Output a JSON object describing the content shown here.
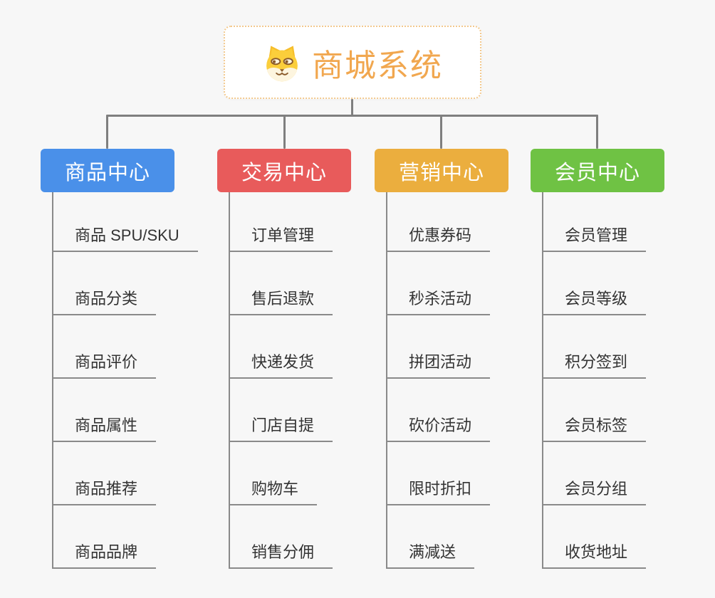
{
  "root": {
    "title": "商城系统",
    "icon": "dog-face-icon",
    "title_color": "#f1a74f",
    "border_color": "#f3c98e"
  },
  "branches": [
    {
      "label": "商品中心",
      "color": "#4a90e9",
      "children": [
        "商品 SPU/SKU",
        "商品分类",
        "商品评价",
        "商品属性",
        "商品推荐",
        "商品品牌"
      ]
    },
    {
      "label": "交易中心",
      "color": "#e85b5b",
      "children": [
        "订单管理",
        "售后退款",
        "快递发货",
        "门店自提",
        "购物车",
        "销售分佣"
      ]
    },
    {
      "label": "营销中心",
      "color": "#ebae3e",
      "children": [
        "优惠券码",
        "秒杀活动",
        "拼团活动",
        "砍价活动",
        "限时折扣",
        "满减送"
      ]
    },
    {
      "label": "会员中心",
      "color": "#6fc244",
      "children": [
        "会员管理",
        "会员等级",
        "积分签到",
        "会员标签",
        "会员分组",
        "收货地址"
      ]
    }
  ],
  "colors": {
    "background": "#f7f7f7",
    "connector": "#7f7f7f",
    "underline": "#8a8a8a",
    "leaf_text": "#333333"
  }
}
